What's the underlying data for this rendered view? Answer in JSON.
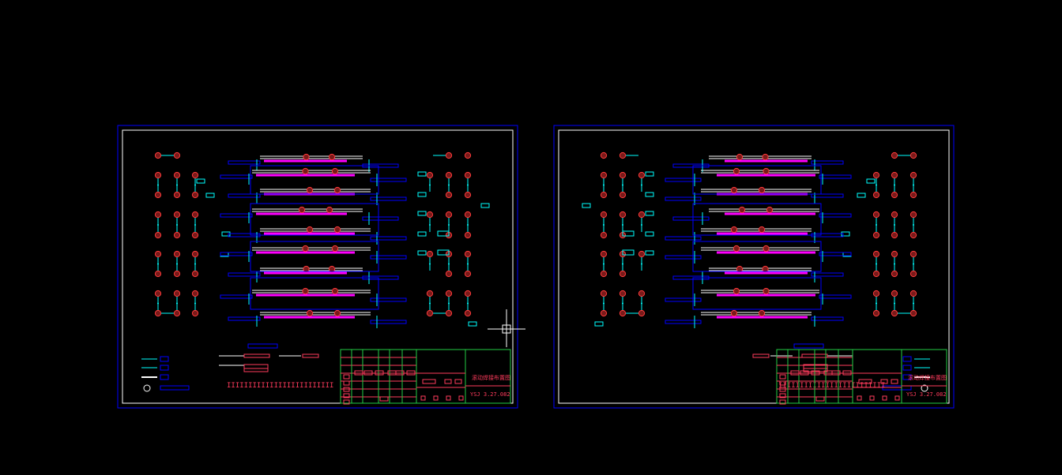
{
  "colors": {
    "background": "#000000",
    "frame": "#0000ff",
    "border": "#ffffff",
    "pipe": "#00ffff",
    "node_fill": "#7a1a1a",
    "node_stroke": "#ff3b3b",
    "heater": "#ff00ff",
    "title_block": "#ff3b5c",
    "grid_green": "#22cc44",
    "crosshair": "#ffffff"
  },
  "sheets": [
    {
      "id": "left",
      "title_text": "滚动焊接布置图",
      "drawing_number": "YSJ 3.27.082",
      "scale_text": "IIIIIIIIIIIIIIIIIIIIIIIII"
    },
    {
      "id": "right",
      "title_text": "滚动焊接布置图",
      "drawing_number": "YSJ 3.27.082",
      "scale_text": "IIIIIIIIIIIIIIIIIIIIIIIII"
    }
  ],
  "cursor": {
    "shape": "crosshair"
  }
}
